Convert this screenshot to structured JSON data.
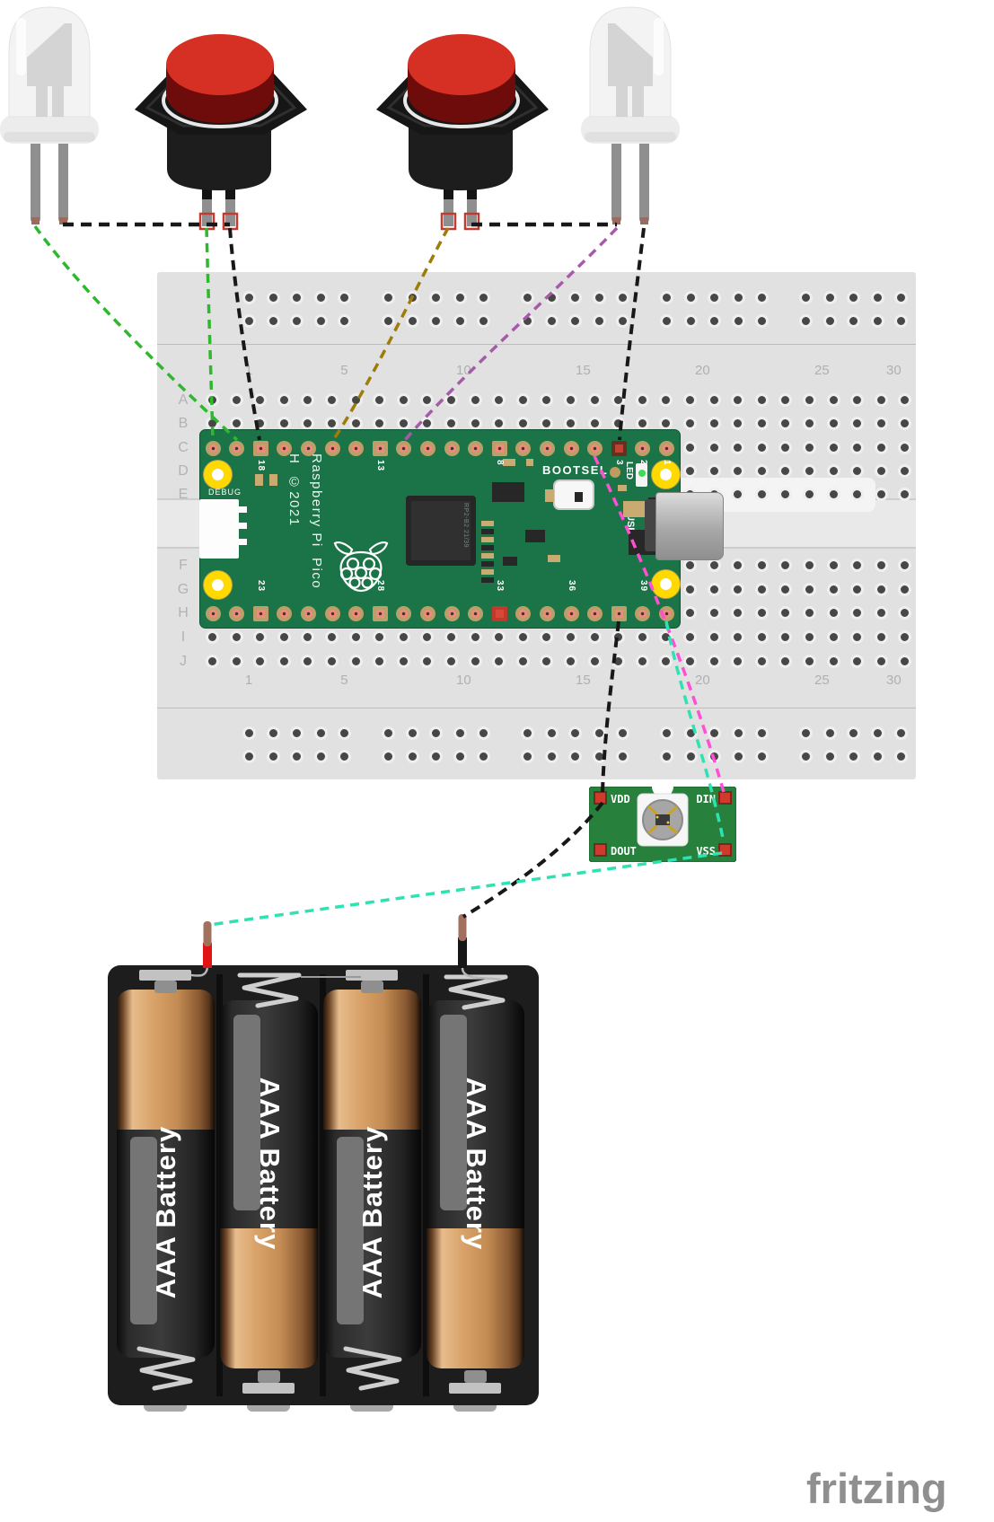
{
  "watermark": {
    "label": "fritzing"
  },
  "wire_colors": {
    "green": "#2db82d",
    "black": "#181818",
    "olive": "#9d7c09",
    "purple": "#a75aa7",
    "pink": "#ff4fd4",
    "cyan": "#2fe2b1"
  },
  "breadboard": {
    "row_letters": [
      "A",
      "B",
      "C",
      "D",
      "E",
      "F",
      "G",
      "H",
      "I",
      "J"
    ],
    "column_numbers": [
      "1",
      "5",
      "10",
      "15",
      "20",
      "25",
      "30"
    ]
  },
  "pico": {
    "title": "Raspberry Pi",
    "subtitle": "Pico H",
    "year": "©2021",
    "debug_label": "DEBUG",
    "bootsel_label": "BOOTSEL",
    "led_label": "LED",
    "usb_label": "USB",
    "chip_label": "RP2-B2 21/39",
    "top_pin_labels": [
      "18",
      "13",
      "8",
      "3",
      "2",
      "1"
    ],
    "top_pin_label_cols": [
      3,
      8,
      13,
      18,
      19,
      20
    ],
    "bottom_pin_labels": [
      "23",
      "28",
      "33",
      "36",
      "39"
    ],
    "bottom_pin_label_cols": [
      3,
      8,
      13,
      16,
      19
    ],
    "board_color": "#1b7448"
  },
  "neopixel": {
    "vdd": "VDD",
    "din": "DIN",
    "dout": "DOUT",
    "vss": "VSS",
    "board_color": "#27803b"
  },
  "buttons": {
    "cap_color": "#d62f23"
  },
  "battery_pack": {
    "batteries": [
      {
        "label": "AAA Battery"
      },
      {
        "label": "AAA Battery"
      },
      {
        "label": "AAA Battery"
      },
      {
        "label": "AAA Battery"
      }
    ]
  }
}
